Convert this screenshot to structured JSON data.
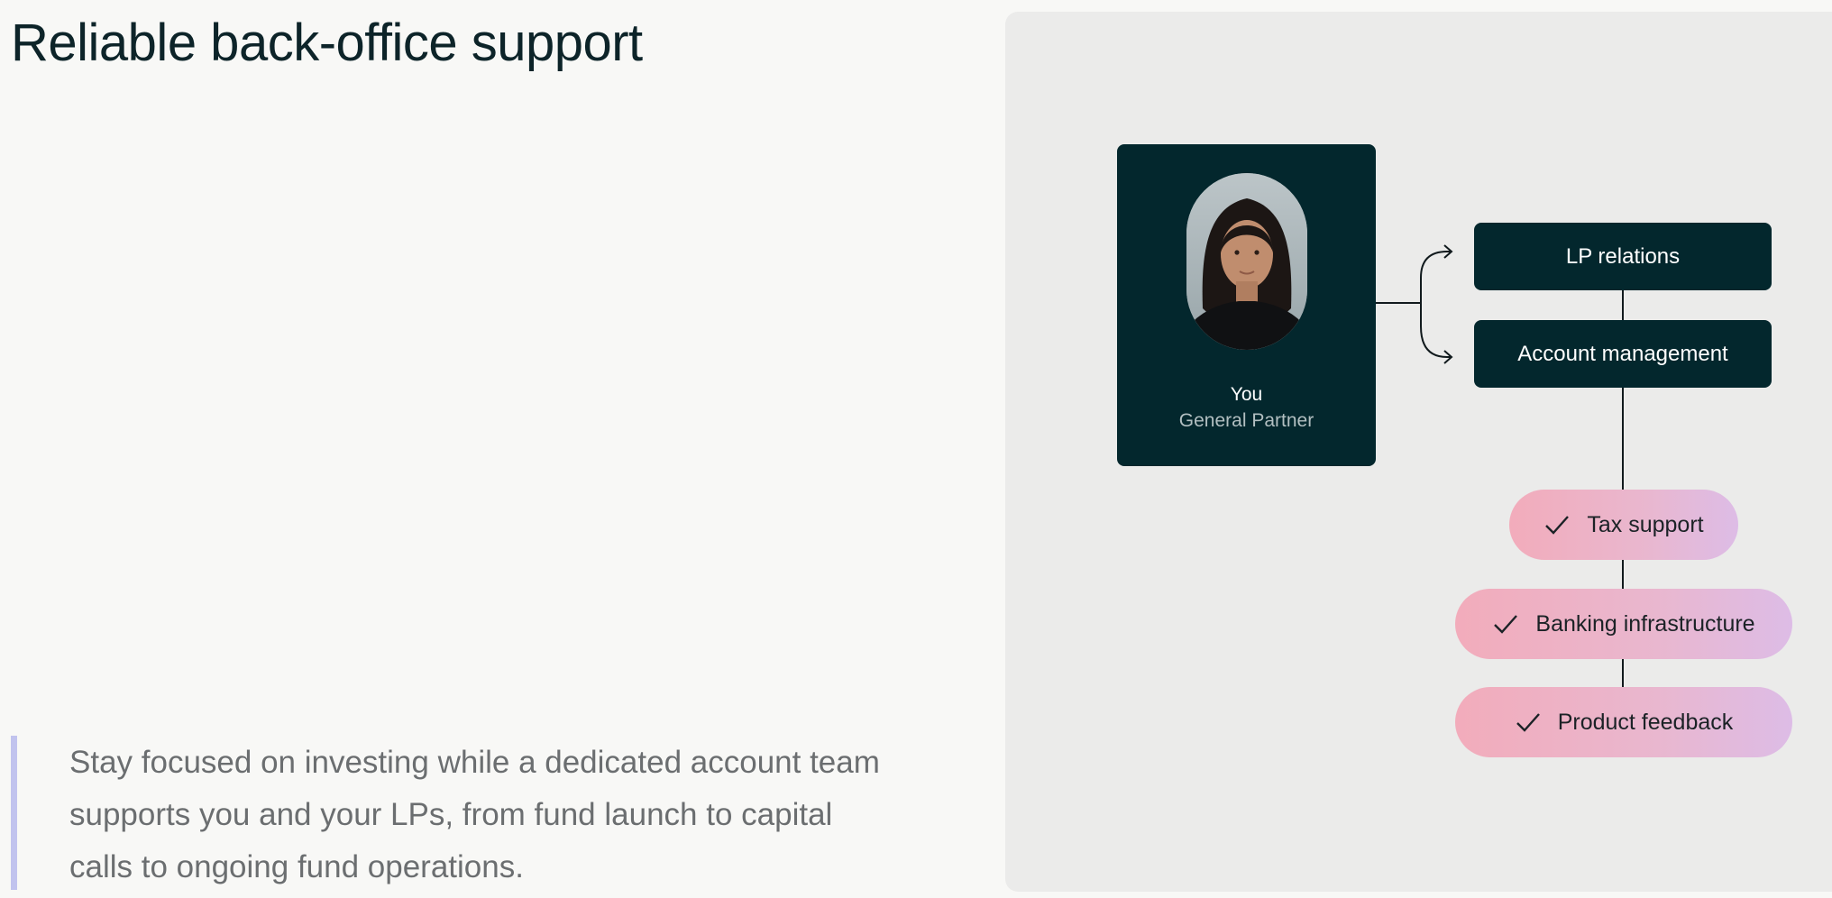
{
  "headline": "Reliable back-office support",
  "description": "Stay focused on investing while a dedicated account team supports you and your LPs, from fund launch to capital calls to ongoing fund operations.",
  "colors": {
    "dark_teal": "#03272d",
    "accent_bar": "#c1c3ee",
    "panel_bg": "#ebebea",
    "pill_gradient_start": "#f2acbb",
    "pill_gradient_end": "#ddbce6"
  },
  "diagram": {
    "person": {
      "name": "You",
      "role": "General Partner",
      "avatar_icon": "person-portrait-icon"
    },
    "roles": [
      {
        "label": "LP relations"
      },
      {
        "label": "Account management"
      }
    ],
    "services": [
      {
        "label": "Tax support",
        "icon": "check-icon"
      },
      {
        "label": "Banking infrastructure",
        "icon": "check-icon"
      },
      {
        "label": "Product feedback",
        "icon": "check-icon"
      }
    ]
  }
}
